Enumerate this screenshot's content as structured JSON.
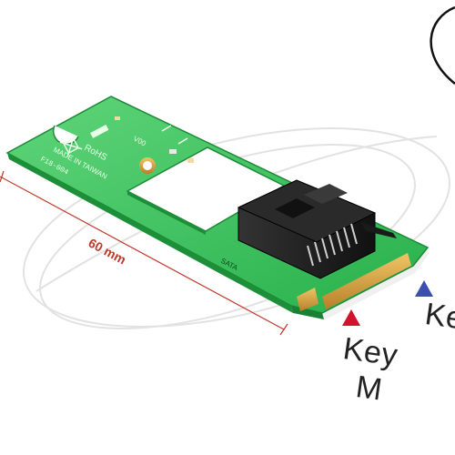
{
  "photo": {
    "colors": {
      "pcb": "#2fbf53",
      "pcb_dark": "#1f8f3a",
      "pcb_light": "#63d57d",
      "gold": "#d9a33a",
      "connector": "#1c1c1c",
      "pins": "#c8c8c8",
      "dimension_line": "#c0392b",
      "key_m_marker": "#d0142c",
      "key_b_marker": "#3a4fb0",
      "watermark": "#dddddd"
    },
    "dimension": {
      "label": "60 mm"
    },
    "pcb_text": {
      "model": "F18-004",
      "origin": "MADE IN TAIWAN",
      "compliance": "RoHS",
      "rev": "V00",
      "port": "SATA"
    },
    "key_labels": {
      "right_marker": {
        "text": "Ke",
        "marker_icon": "triangle-blue-icon"
      },
      "left_marker": {
        "word": "Key",
        "letter": "M",
        "marker_icon": "triangle-red-icon"
      }
    }
  }
}
